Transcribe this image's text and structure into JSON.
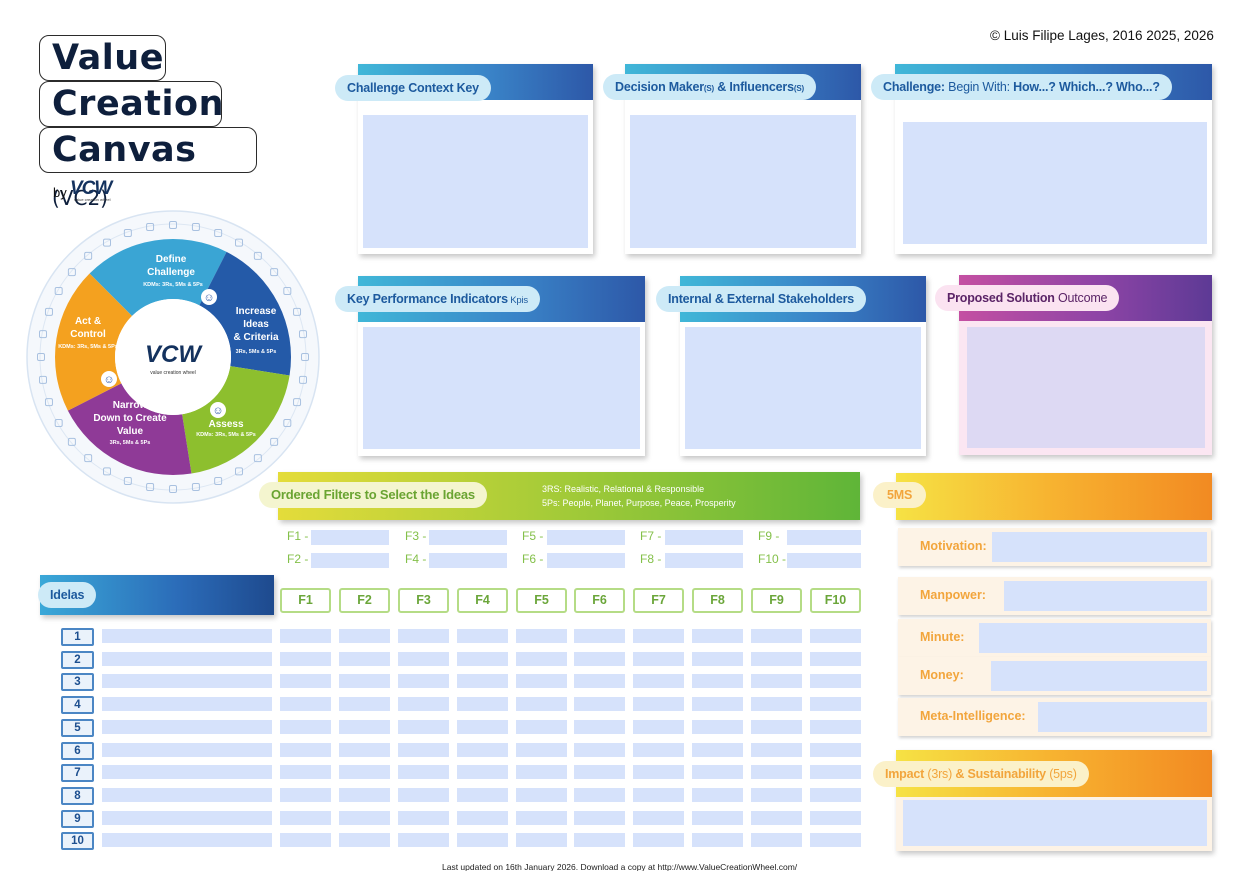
{
  "title": {
    "line1": "Value",
    "line2": "Creation",
    "line3": "Canvas",
    "version": "(VC2)",
    "by": "by",
    "logo": "VCW",
    "logo_sub": "value creation wheel"
  },
  "copyright": "© Luis Filipe Lages, 2016 2025, 2026",
  "footer": "Last updated on 16th January 2026. Download a copy at http://www.ValueCreationWheel.com/",
  "wheel": {
    "center_logo": "VCW",
    "center_sub": "value creation wheel",
    "segments": [
      {
        "title": "Define Challenge",
        "sub": "KDMs: 3Rs, 5Ms & 5Ps",
        "color": "#3aa5d4"
      },
      {
        "title": "Increase Ideas & Criteria",
        "sub": "3Rs, 5Ms & 5Ps",
        "color": "#245aa8"
      },
      {
        "title": "Assess",
        "sub": "KDMs: 3Rs, 5Ms & 5Ps",
        "color": "#8dbf2e"
      },
      {
        "title": "Narrow Down to Create Value",
        "sub": "3Rs, 5Ms & 5Ps",
        "color": "#8f3a97"
      },
      {
        "title": "Act & Control",
        "sub": "KDMs: 3Rs, 5Ms & 5Ps",
        "color": "#f4a11f"
      }
    ]
  },
  "cards": {
    "challenge_context": "Challenge Context Key",
    "decision_maker": {
      "a": "Decision Maker",
      "b": "(S)",
      "c": " & Influencers",
      "d": "(S)"
    },
    "challenge": {
      "a": "Challenge:",
      "b": " Begin With: ",
      "c": "How...? Which...? Who...?"
    },
    "kpi": {
      "a": "Key Performance Indicators",
      "b": " Kpis"
    },
    "stakeholders": "Internal & External Stakeholders",
    "solution": {
      "a": "Proposed Solution",
      "b": " Outcome"
    }
  },
  "filters": {
    "title": "Ordered Filters to Select the Ideas",
    "rs": "3RS: Realistic, Relational & Responsible",
    "ps": "5Ps: People, Planet, Purpose, Peace,  Prosperity",
    "labels": [
      "F1 -",
      "F2 -",
      "F3 -",
      "F4 -",
      "F5 -",
      "F6 -",
      "F7 -",
      "F8 -",
      "F9 -",
      "F10 -"
    ]
  },
  "ideas": {
    "title": "Idelas",
    "columns": [
      "F1",
      "F2",
      "F3",
      "F4",
      "F5",
      "F6",
      "F7",
      "F8",
      "F9",
      "F10"
    ],
    "rows": [
      "1",
      "2",
      "3",
      "4",
      "5",
      "6",
      "7",
      "8",
      "9",
      "10"
    ]
  },
  "ms": {
    "title": "5MS",
    "items": [
      "Motivation:",
      "Manpower:",
      "Minute:",
      "Money:",
      "Meta-Intelligence:"
    ]
  },
  "impact": {
    "a": "Impact",
    "b": " (3rs) ",
    "c": "& Sustainability",
    "d": "  (5ps)"
  },
  "colors": {
    "fill": "#d6e2fb",
    "blue_accent": "#1d5a9e",
    "green_accent": "#84c04a",
    "orange_accent": "#f2a53c",
    "purple_accent": "#8e44a6"
  }
}
